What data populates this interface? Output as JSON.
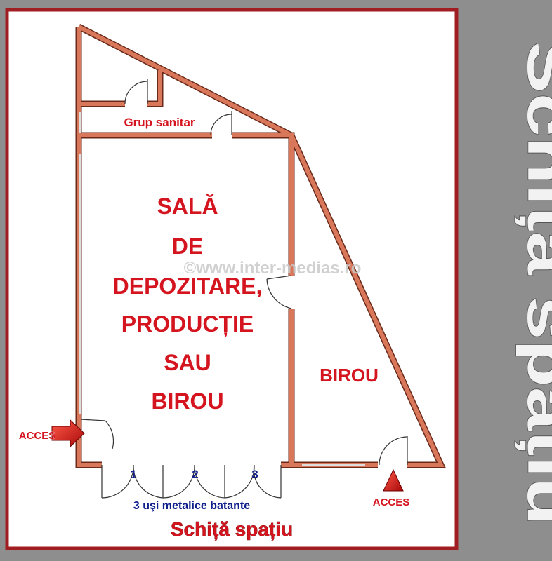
{
  "colors": {
    "background": "#8e8e8e",
    "frame": "#a01e22",
    "wall": "#d9775a",
    "label_red": "#d4141e",
    "label_blue": "#10208c",
    "arrow": "#cc1111"
  },
  "side_title": "Schiță spațiu",
  "watermark": "©www.inter-medias.ro",
  "rooms": {
    "restroom": "Grup sanitar",
    "main_hall_lines": [
      "SALĂ",
      "DE",
      "DEPOZITARE,",
      "PRODUCȚIE",
      "SAU",
      "BIROU"
    ],
    "office": "BIROU"
  },
  "access": {
    "left_label": "ACCES",
    "right_label": "ACCES"
  },
  "doors": {
    "numbers": [
      "1",
      "2",
      "3"
    ],
    "caption": "3 uşi metalice batante"
  },
  "bottom_caption": "Schiță spațiu"
}
